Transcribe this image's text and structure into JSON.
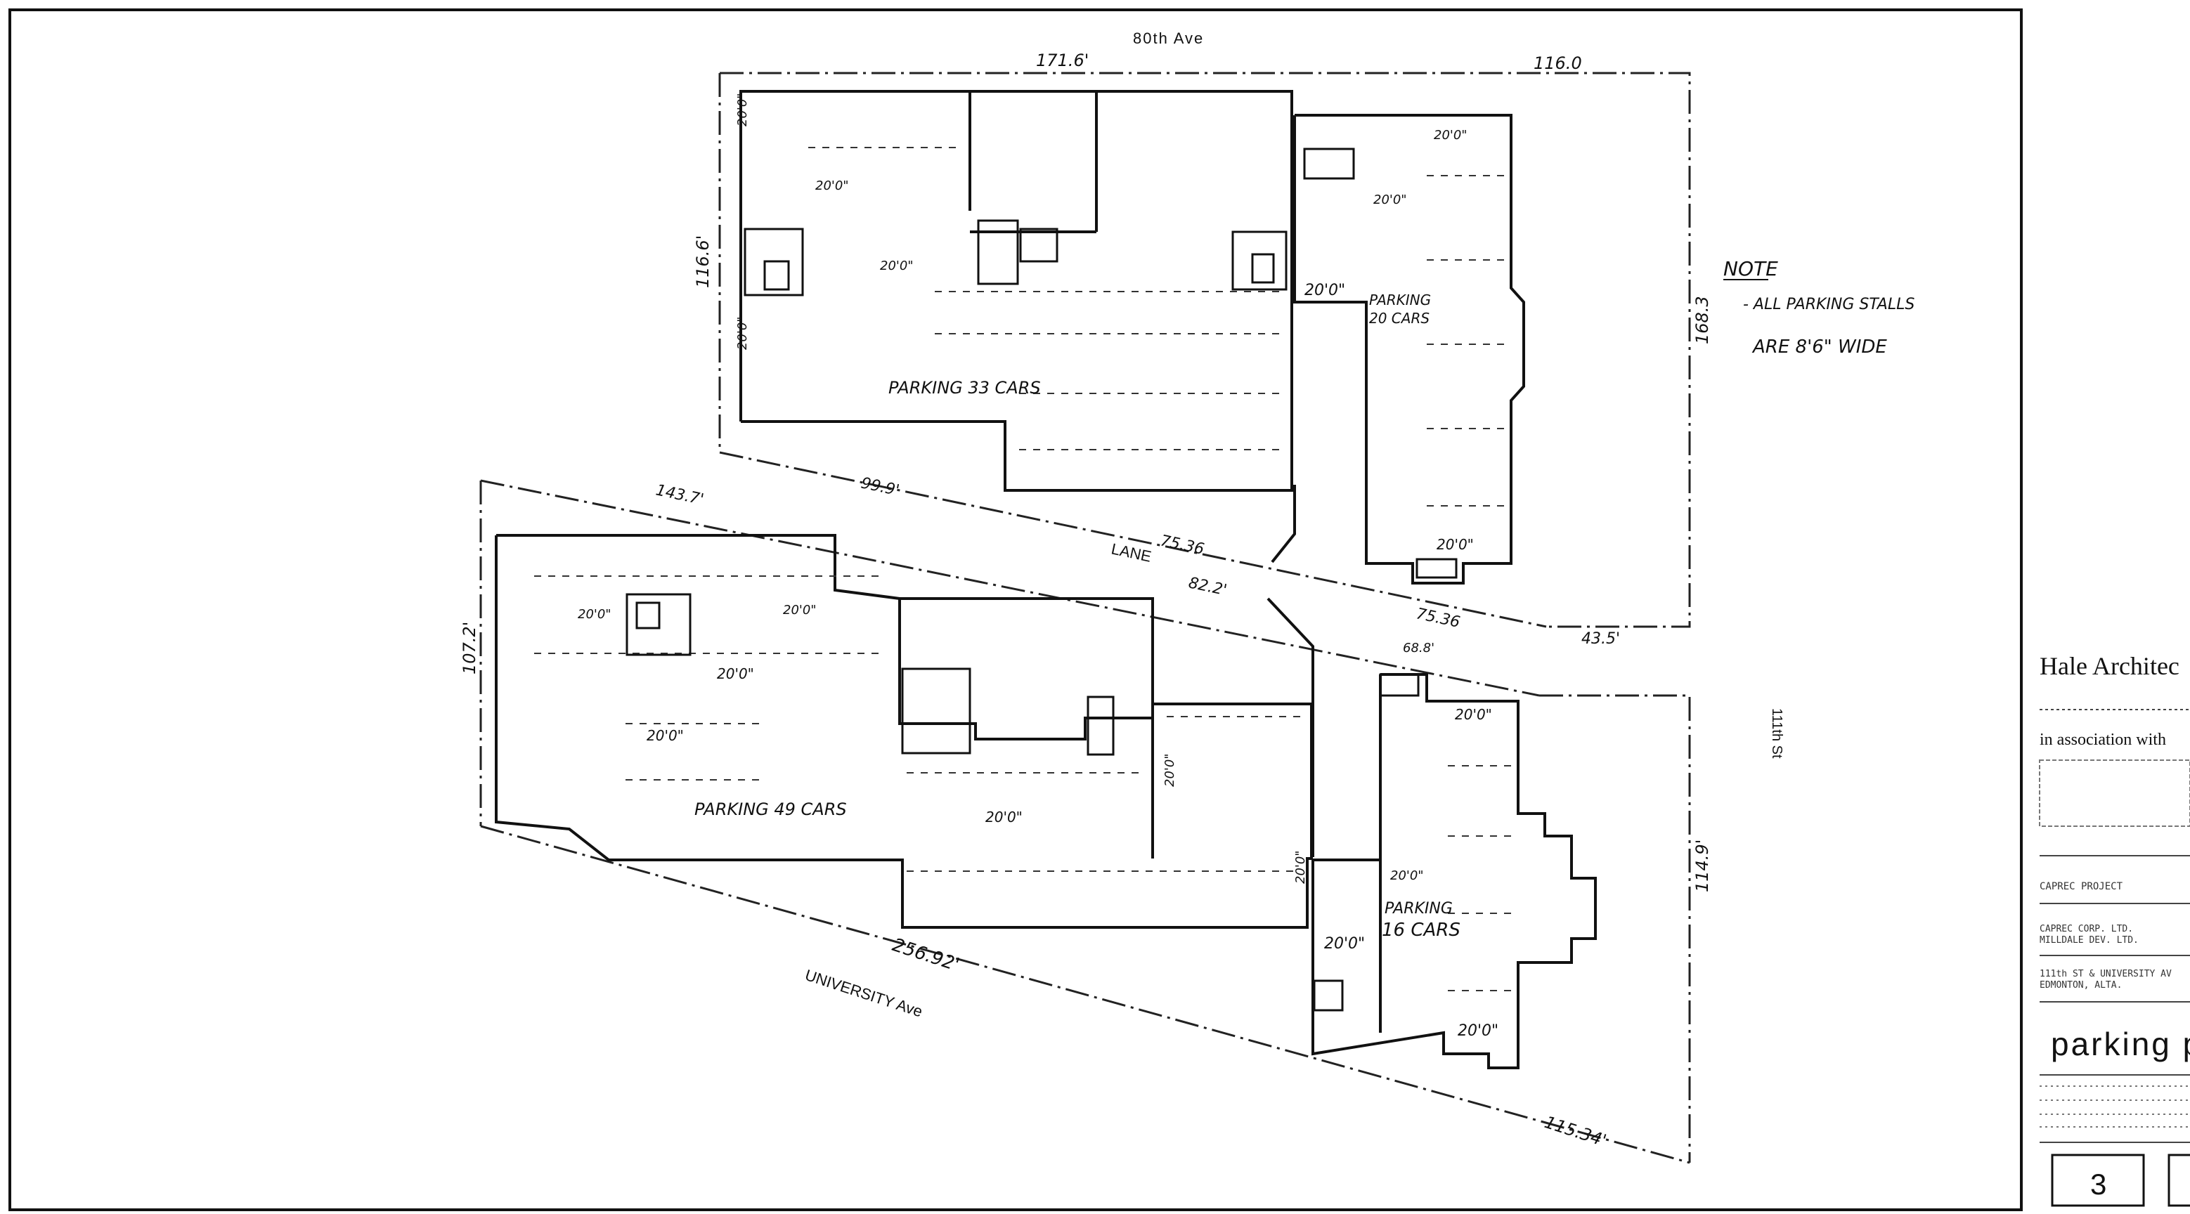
{
  "streets": {
    "north": "80th Ave",
    "south": "UNIVERSITY Ave",
    "east": "111th St",
    "lane": "LANE"
  },
  "dimensions": {
    "north_a": "171.6'",
    "north_b": "116.0",
    "west_north": "116.6'",
    "east_north": "168.3",
    "lane_n1": "99.9'",
    "lane_n2": "75.36",
    "lane_s1": "143.7'",
    "lane_s2": "82.2'",
    "lane_s3": "75.36",
    "lane_e": "43.5'",
    "west_south": "107.2'",
    "south_long": "256.92'",
    "south_east": "115.34'",
    "east_south": "114.9'",
    "dim_small": "68.8'"
  },
  "parking_labels": {
    "north_west": "PARKING 33 CARS",
    "north_east_l1": "PARKING",
    "north_east_l2": "20 CARS",
    "south_west": "PARKING 49 CARS",
    "south_east_l1": "PARKING",
    "south_east_l2": "16 CARS"
  },
  "aisle_labels": {
    "a1": "20'0\"",
    "a2": "20'0\"",
    "a3": "20'0\"",
    "a4": "20'0\"",
    "a5": "20'0\"",
    "a6": "20'0\"",
    "a7": "20'0\"",
    "a8": "20'0\"",
    "a9": "20'0\"",
    "a10": "20'0\"",
    "a11": "20'0\"",
    "a12": "20'0\"",
    "a13": "20'0\"",
    "a14": "20'0\"",
    "a15": "20'0\"",
    "a16": "20'0\"",
    "a17": "20'0\"",
    "a18": "20'0\"",
    "a19": "20'0\""
  },
  "note": {
    "title": "NOTE",
    "line1": "- ALL PARKING STALLS",
    "line2": "ARE 8'6\" WIDE"
  },
  "title_block": {
    "firm": "Hale Architec",
    "association": "in association with",
    "project": "CAPREC PROJECT",
    "client_l1": "CAPREC CORP. LTD.",
    "client_l2": "MILLDALE DEV. LTD.",
    "address_l1": "111th ST & UNIVERSITY AV",
    "address_l2": "EDMONTON, ALTA.",
    "drawing_title": "parking p",
    "sheet_number": "3"
  }
}
